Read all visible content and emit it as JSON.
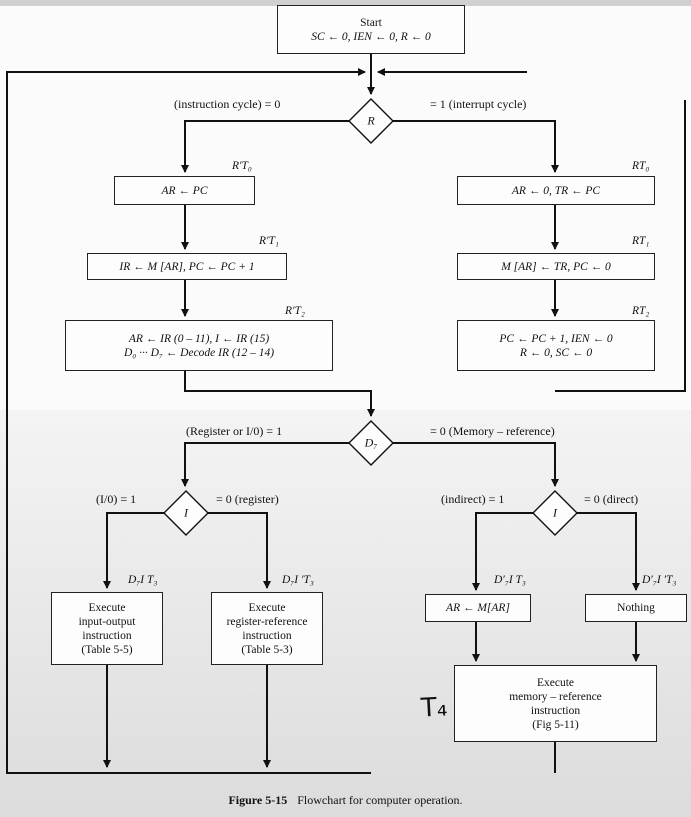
{
  "start": {
    "line1": "Start",
    "line2": "SC ← 0, IEN ← 0, R ← 0"
  },
  "decisions": {
    "r": "R",
    "d7": "D₇",
    "i_left": "I",
    "i_right": "I"
  },
  "labels": {
    "instruction_cycle": "(instruction cycle)  = 0",
    "interrupt_cycle": "= 1  (interrupt cycle)",
    "register_io": "(Register or I/0)   = 1",
    "memory_reference": "= 0  (Memory – reference)",
    "io": "(I/0)  = 1",
    "register": "= 0  (register)",
    "indirect": "(indirect)  = 1",
    "direct": "= 0  (direct)"
  },
  "timing": {
    "rt0n": "R′T₀",
    "rt1n": "R′T₁",
    "rt2n": "R′T₂",
    "rt0": "RT₀",
    "rt1": "RT₁",
    "rt2": "RT₂",
    "d7it3": "D₇I T₃",
    "d7ipt3": "D₇I ′T₃",
    "d7pit3": "D′₇I T₃",
    "d7pipt3": "D′₇I ′T₃"
  },
  "boxes": {
    "fetch1": "AR ← PC",
    "fetch2": "IR ← M [AR],  PC ← PC + 1",
    "decode_line1": "AR ← IR (0 – 11),  I ← IR (15)",
    "decode_line2": "D₀ ··· D₇ ← Decode IR (12 – 14)",
    "int1": "AR ← 0, TR ← PC",
    "int2": "M [AR] ← TR,  PC ← 0",
    "int3_line1": "PC ← PC + 1,  IEN ← 0",
    "int3_line2": "R ← 0, SC ← 0",
    "io": [
      "Execute",
      "input-output",
      "instruction",
      "(Table 5-5)"
    ],
    "reg": [
      "Execute",
      "register-reference",
      "instruction",
      "(Table 5-3)"
    ],
    "indirect": "AR ← M[AR]",
    "nothing": "Nothing",
    "mem": [
      "Execute",
      "memory – reference",
      "instruction",
      "(Fig 5-11)"
    ]
  },
  "annotation": "T₄",
  "caption": {
    "number": "Figure 5-15",
    "text": "Flowchart for computer operation."
  }
}
